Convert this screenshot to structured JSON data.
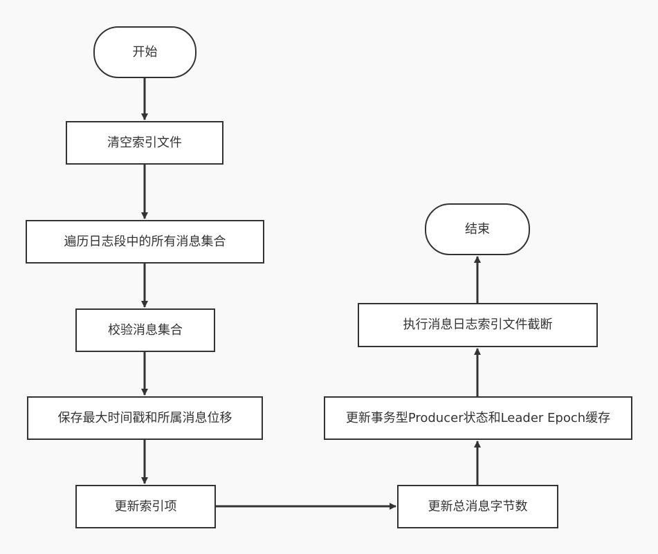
{
  "diagram": {
    "colors": {
      "background": "#f9f9f9",
      "node_fill": "#ffffff",
      "stroke": "#333333",
      "text": "#333333"
    },
    "nodes": {
      "start": "开始",
      "clear_index": "清空索引文件",
      "iterate_log": "遍历日志段中的所有消息集合",
      "validate": "校验消息集合",
      "save_max_ts": "保存最大时间戳和所属消息位移",
      "update_index": "更新索引项",
      "update_bytes": "更新总消息字节数",
      "update_txn": "更新事务型Producer状态和Leader Epoch缓存",
      "truncate": "执行消息日志索引文件截断",
      "end": "结束"
    },
    "edges": [
      {
        "from": "start",
        "to": "clear_index"
      },
      {
        "from": "clear_index",
        "to": "iterate_log"
      },
      {
        "from": "iterate_log",
        "to": "validate"
      },
      {
        "from": "validate",
        "to": "save_max_ts"
      },
      {
        "from": "save_max_ts",
        "to": "update_index"
      },
      {
        "from": "update_index",
        "to": "update_bytes"
      },
      {
        "from": "update_bytes",
        "to": "update_txn"
      },
      {
        "from": "update_txn",
        "to": "truncate"
      },
      {
        "from": "truncate",
        "to": "end"
      }
    ]
  }
}
